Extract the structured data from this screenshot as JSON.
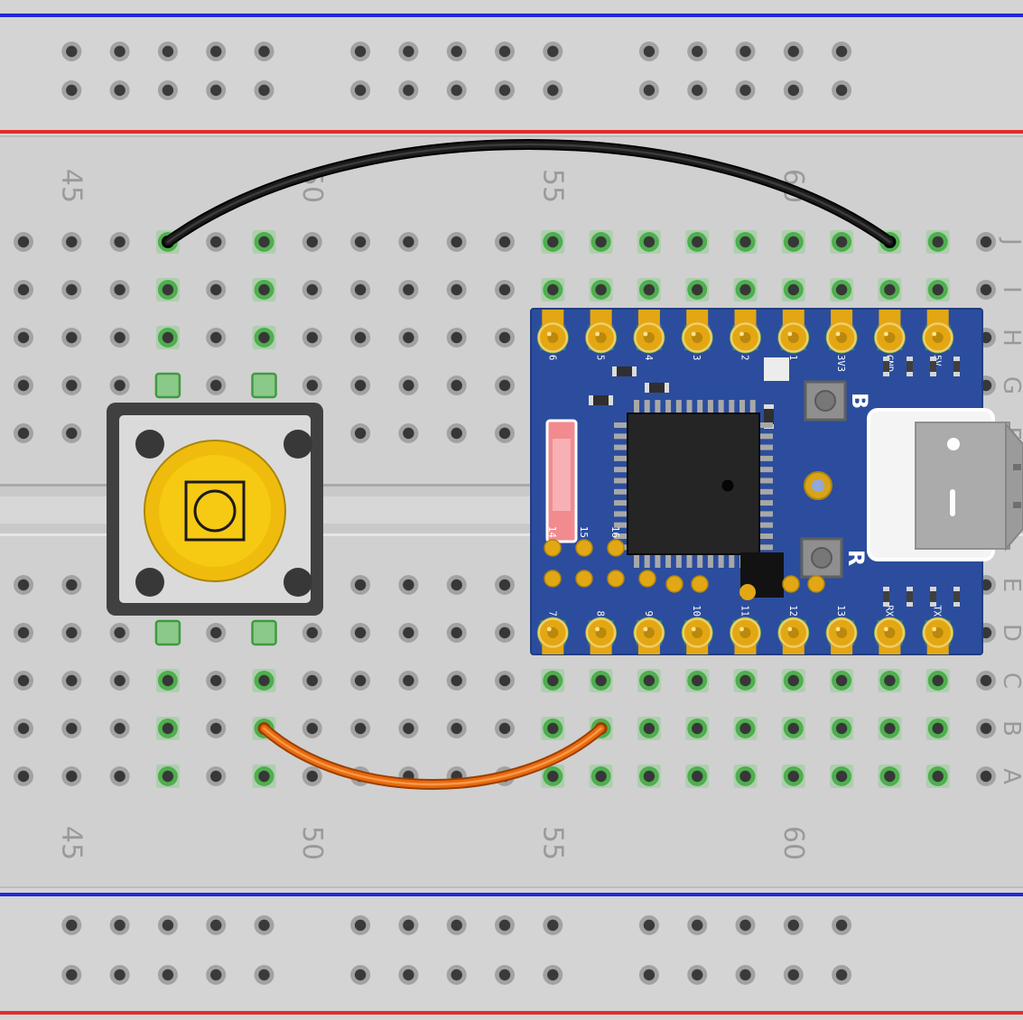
{
  "diagram": {
    "type": "breadboard-circuit",
    "background_color": "#d4d4d4",
    "rail_line_colors": {
      "blue": "#2328d6",
      "red": "#e02c2c"
    },
    "highlight_color": "#4fae4f"
  },
  "breadboard": {
    "column_labels": [
      {
        "col": 45,
        "text": "45"
      },
      {
        "col": 50,
        "text": "50"
      },
      {
        "col": 55,
        "text": "55"
      },
      {
        "col": 60,
        "text": "60"
      }
    ],
    "row_labels": [
      {
        "row": "J",
        "text": "J"
      },
      {
        "row": "I",
        "text": "I"
      },
      {
        "row": "H",
        "text": "H"
      },
      {
        "row": "G",
        "text": "G"
      },
      {
        "row": "F",
        "text": "F"
      },
      {
        "row": "E",
        "text": "E"
      },
      {
        "row": "D",
        "text": "D"
      },
      {
        "row": "C",
        "text": "C"
      },
      {
        "row": "B",
        "text": "B"
      },
      {
        "row": "A",
        "text": "A"
      }
    ],
    "highlights": [
      {
        "cols": [
          47,
          49
        ],
        "rows": [
          "J",
          "I",
          "H",
          "C",
          "B",
          "A"
        ]
      },
      {
        "cols": [
          55,
          56,
          57,
          58,
          59,
          60,
          61,
          62,
          63
        ],
        "rows": [
          "J",
          "I",
          "C",
          "B",
          "A"
        ]
      }
    ]
  },
  "wires": [
    {
      "name": "black-jumper-wire",
      "color": "#1b1b1b",
      "outline_color": "#000000",
      "core_color": "#4a4a4a",
      "from": {
        "row": "J",
        "col": 47
      },
      "to": {
        "row": "J",
        "col": 62
      },
      "sag": -108
    },
    {
      "name": "orange-jumper-wire",
      "color": "#e86a10",
      "outline_color": "#9c3e00",
      "core_color": "#ffae5e",
      "from": {
        "row": "B",
        "col": 49
      },
      "to": {
        "row": "B",
        "col": 56
      },
      "sag": 62
    }
  ],
  "pushbutton": {
    "name": "pushbutton",
    "leg_cols": [
      47,
      49
    ],
    "leg_rows": [
      "G",
      "D"
    ],
    "cap_color": "#efbc0d",
    "leg_color": "#8bc98b"
  },
  "pro_micro": {
    "name": "pro-micro-board",
    "pcb_color": "#2c4d9d",
    "pin_columns": [
      55,
      56,
      57,
      58,
      59,
      60,
      61,
      62,
      63
    ],
    "pin_labels_top": [
      "6",
      "5",
      "4",
      "3",
      "2",
      "1",
      "3V3",
      "GND",
      "5V"
    ],
    "pin_labels_bottom": [
      "7",
      "8",
      "9",
      "10",
      "11",
      "12",
      "13",
      "RX",
      "TX"
    ],
    "pad_labels": [
      "14",
      "15",
      "16"
    ],
    "button_labels": [
      "B",
      "R"
    ]
  }
}
